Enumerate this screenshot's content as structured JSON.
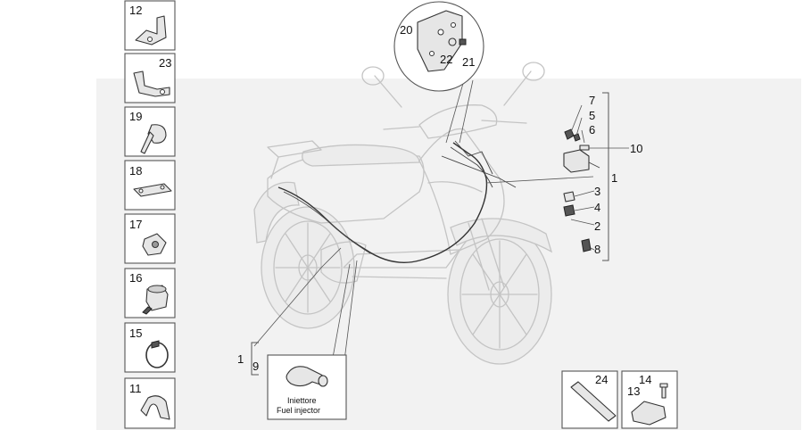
{
  "diagram": {
    "side_boxes": [
      {
        "id": "12",
        "icon": "bent-bracket-icon"
      },
      {
        "id": "23",
        "icon": "offset-bracket-icon"
      },
      {
        "id": "19",
        "icon": "cable-tie-icon"
      },
      {
        "id": "18",
        "icon": "flat-plate-icon"
      },
      {
        "id": "17",
        "icon": "clip-nut-icon"
      },
      {
        "id": "16",
        "icon": "relay-icon"
      },
      {
        "id": "15",
        "icon": "hose-clamp-icon"
      },
      {
        "id": "11",
        "icon": "pipe-clip-icon"
      }
    ],
    "inset_labels": [
      "20",
      "22",
      "21"
    ],
    "right_group_labels": [
      "7",
      "5",
      "6",
      "10",
      "1",
      "3",
      "4",
      "2",
      "8"
    ],
    "left_group_labels": [
      "1",
      "9"
    ],
    "injector_caption_line1": "Iniettore",
    "injector_caption_line2": "Fuel injector",
    "bottom_boxes": [
      {
        "id": "24",
        "icon": "sleeve-icon"
      },
      {
        "id": "14",
        "icon": "screw-icon"
      },
      {
        "id": "13",
        "icon": "plate-bracket-icon"
      }
    ]
  }
}
